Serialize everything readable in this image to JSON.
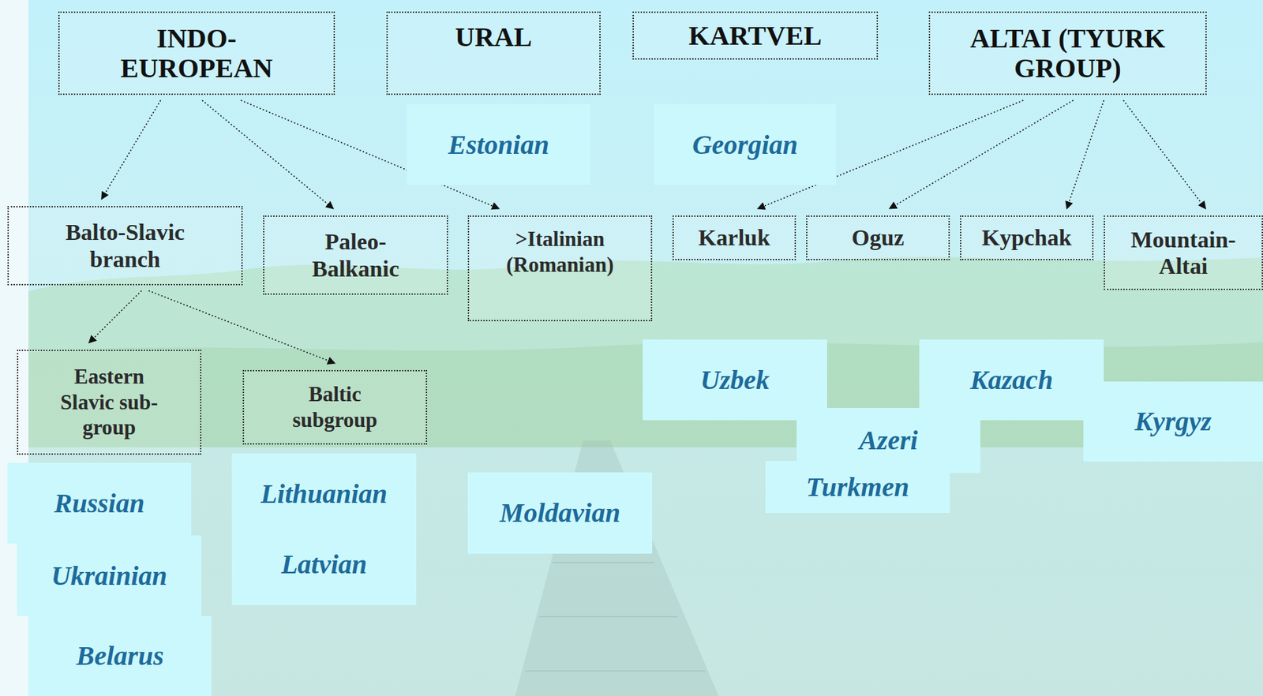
{
  "diagram": {
    "nodes": [
      {
        "text": [
          "INDO-EUROPEAN"
        ]
      },
      {
        "text": [
          "URAL"
        ]
      },
      {
        "text": [
          "KARTVEL"
        ]
      },
      {
        "text": [
          "ALTAI (TYURK GROUP)"
        ]
      },
      {
        "text": [
          "Estonian"
        ]
      },
      {
        "text": [
          "Georgian"
        ]
      },
      {
        "text": [
          "Balto-Slavic branch"
        ]
      },
      {
        "text": [
          "Paleo-Balkanic"
        ]
      },
      {
        "text": [
          ">Italinian (Romanian)"
        ]
      },
      {
        "text": [
          "Karluk"
        ]
      },
      {
        "text": [
          "Oguz"
        ]
      },
      {
        "text": [
          "Kypchak"
        ]
      },
      {
        "text": [
          "Mountain-Altai"
        ]
      },
      {
        "text": [
          "Eastern Slavic sub-group"
        ]
      },
      {
        "text": [
          "Baltic subgroup"
        ]
      },
      {
        "text": [
          "Uzbek"
        ]
      },
      {
        "text": [
          "Kazach"
        ]
      },
      {
        "text": [
          "Kyrgyz"
        ]
      },
      {
        "text": [
          "Azeri"
        ]
      },
      {
        "text": [
          "Russian"
        ]
      },
      {
        "text": [
          "Lithuanian",
          "Latvian"
        ]
      },
      {
        "text": [
          "Turkmen"
        ]
      },
      {
        "text": [
          "Moldavian"
        ]
      },
      {
        "text": [
          "Ukrainian"
        ]
      },
      {
        "text": [
          "Belarus"
        ]
      }
    ],
    "edges": [
      {
        "from": 0,
        "to": 6,
        "arrow": "to"
      },
      {
        "from": 0,
        "to": 7,
        "arrow": "to"
      },
      {
        "from": 0,
        "to": 8,
        "arrow": "to"
      },
      {
        "from": 3,
        "to": 9,
        "arrow": "to"
      },
      {
        "from": 3,
        "to": 10,
        "arrow": "to"
      },
      {
        "from": 3,
        "to": 11,
        "arrow": "to"
      },
      {
        "from": 3,
        "to": 12,
        "arrow": "to"
      },
      {
        "from": 6,
        "to": 13,
        "arrow": "to"
      },
      {
        "from": 6,
        "to": 14,
        "arrow": "to"
      }
    ]
  }
}
